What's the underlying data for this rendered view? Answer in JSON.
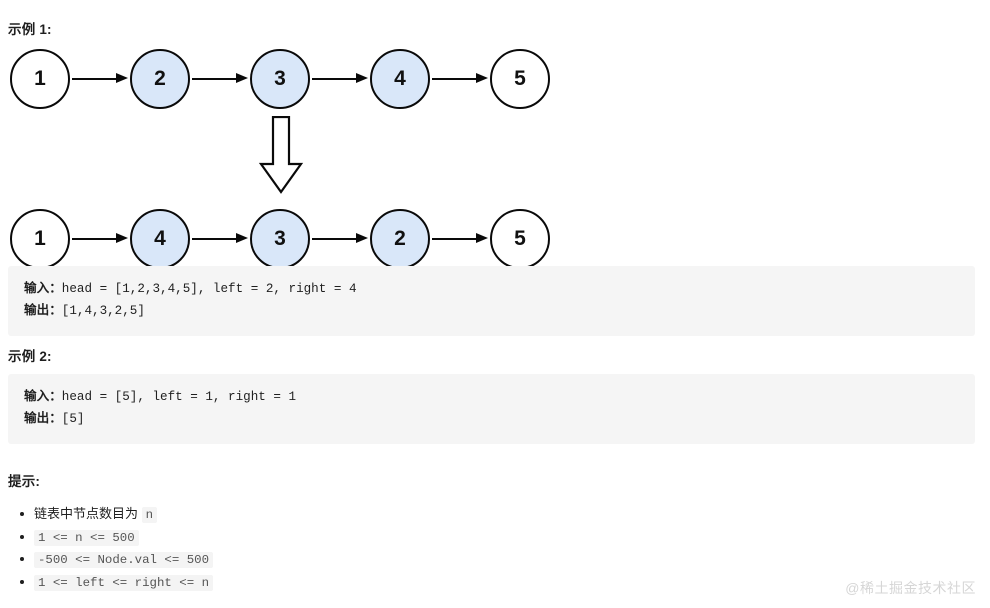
{
  "examples": [
    {
      "heading": "示例 1:",
      "input_label": "输入：",
      "input_value": "head = [1,2,3,4,5], left = 2, right = 4",
      "output_label": "输出：",
      "output_value": "[1,4,3,2,5]"
    },
    {
      "heading": "示例 2:",
      "input_label": "输入：",
      "input_value": "head = [5], left = 1, right = 1",
      "output_label": "输出：",
      "output_value": "[5]"
    }
  ],
  "diagram": {
    "arrow_icon": "block-arrow-down-icon",
    "before": {
      "nodes": [
        {
          "value": "1",
          "highlight": false
        },
        {
          "value": "2",
          "highlight": true
        },
        {
          "value": "3",
          "highlight": true
        },
        {
          "value": "4",
          "highlight": true
        },
        {
          "value": "5",
          "highlight": false
        }
      ]
    },
    "after": {
      "nodes": [
        {
          "value": "1",
          "highlight": false
        },
        {
          "value": "4",
          "highlight": true
        },
        {
          "value": "3",
          "highlight": true
        },
        {
          "value": "2",
          "highlight": true
        },
        {
          "value": "5",
          "highlight": false
        }
      ]
    }
  },
  "hints": {
    "heading": "提示:",
    "items": [
      {
        "text": "链表中节点数目为 ",
        "code": "n",
        "code_first": false
      },
      {
        "text": "",
        "code": "1 <= n <= 500",
        "code_first": true
      },
      {
        "text": "",
        "code": "-500 <= Node.val <= 500",
        "code_first": true
      },
      {
        "text": "",
        "code": "1 <= left <= right <= n",
        "code_first": true
      }
    ]
  },
  "watermark": "@稀土掘金技术社区",
  "colors": {
    "node_highlight": "#d9e7f9",
    "node_stroke": "#0a0a0a",
    "code_background": "#f5f5f5",
    "inline_code_background": "#f4f4f4",
    "watermark": "#d6d6d6"
  }
}
